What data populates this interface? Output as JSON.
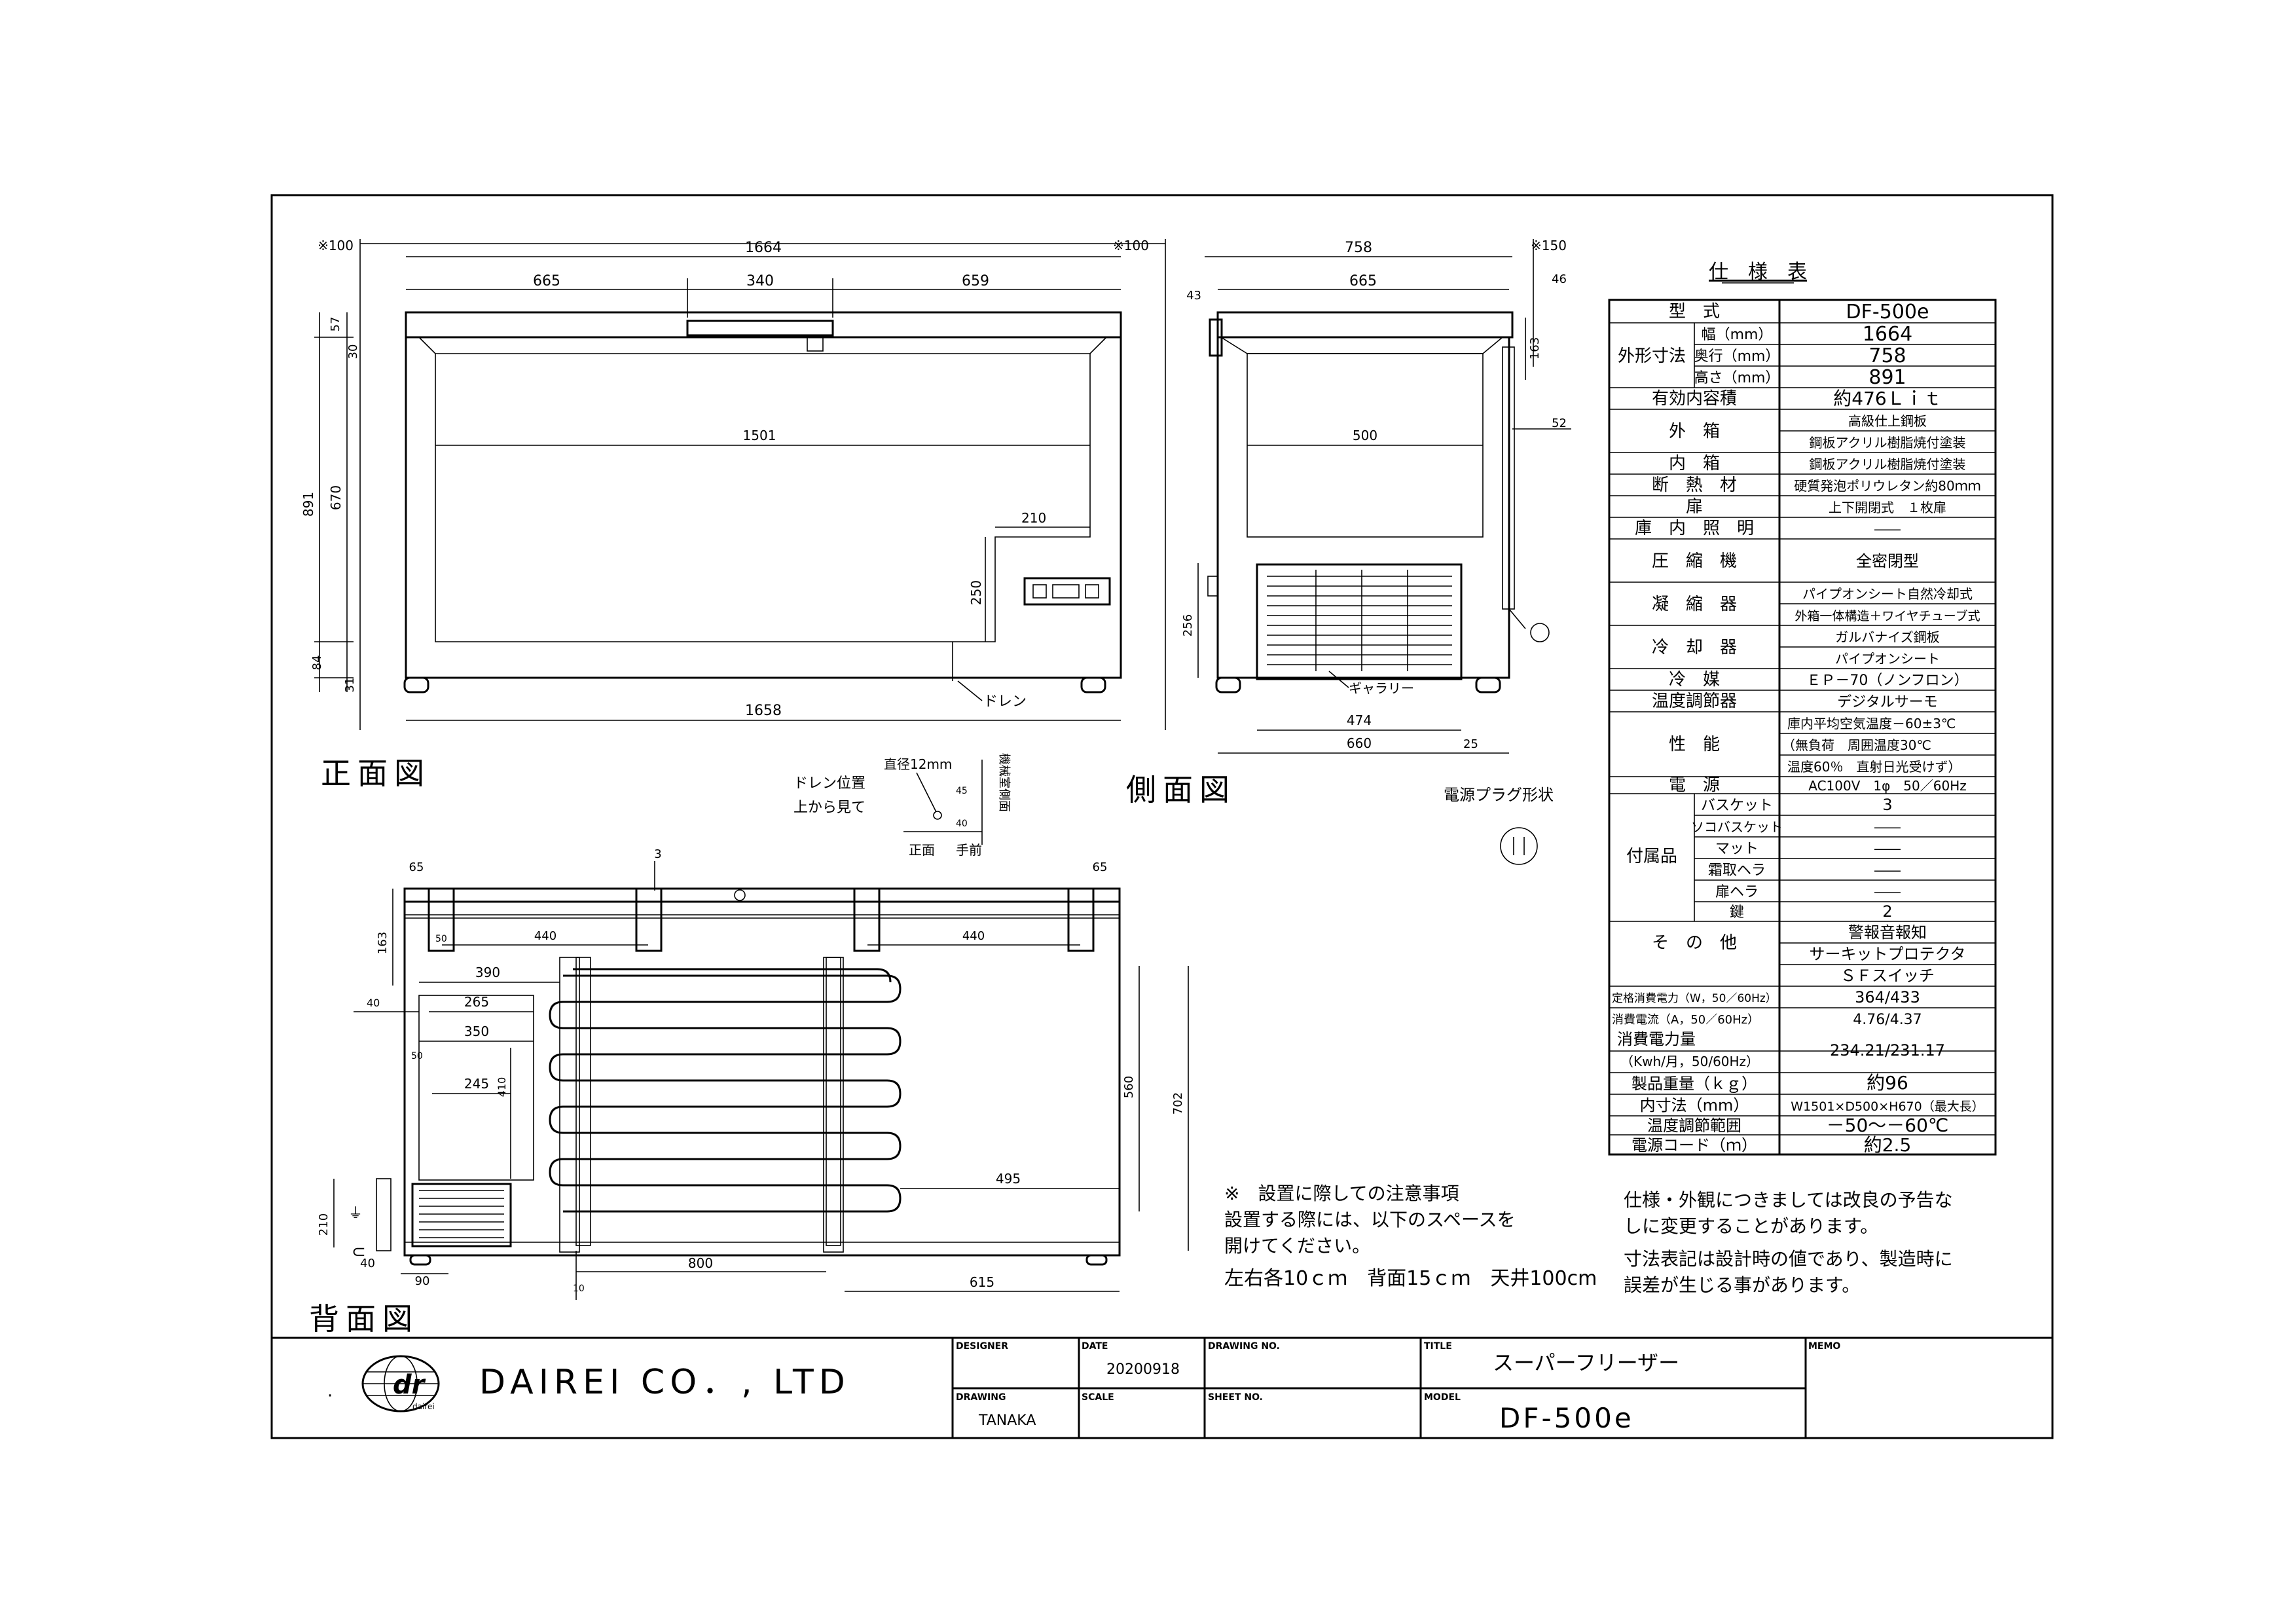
{
  "drawing": {
    "front_view": {
      "title": "正面図",
      "dims": {
        "clearance_left": "※100",
        "clearance_right": "※100",
        "overall_width": "1664",
        "seg_left": "665",
        "seg_mid": "340",
        "seg_right": "659",
        "inner_width": "1501",
        "step_width": "210",
        "step_height": "250",
        "base_width": "1658",
        "h_total": "891",
        "h_lid": "57",
        "h_30": "30",
        "h_670": "670",
        "h_84": "84",
        "h_31": "31"
      },
      "drain_label": "ドレン"
    },
    "side_view": {
      "title": "側面図",
      "dims": {
        "overall_depth": "758",
        "depth_665": "665",
        "clearance_back": "※150",
        "d_43": "43",
        "d_46": "46",
        "d_163": "163",
        "inner_depth": "500",
        "d_52": "52",
        "h_256": "256",
        "gallery_474": "474",
        "base_660": "660",
        "d_25": "25"
      },
      "gallery_label": "ギャラリー"
    },
    "drain_detail": {
      "title_line1": "ドレン位置",
      "title_line2": "上から見て",
      "diameter": "直径12mm",
      "d_45": "45",
      "d_40": "40",
      "machine_room": "機械室側面",
      "front": "正面",
      "near": "手前"
    },
    "back_view": {
      "title": "背面図",
      "dims": {
        "d_65_left": "65",
        "d_3": "3",
        "d_65_right": "65",
        "d_163": "163",
        "d_50_top": "50",
        "d_440_left": "440",
        "d_440_right": "440",
        "d_390": "390",
        "d_40": "40",
        "d_265": "265",
        "d_50": "50",
        "d_350": "350",
        "d_410": "410",
        "d_245": "245",
        "d_560": "560",
        "d_702": "702",
        "d_495": "495",
        "d_210": "210",
        "d_40_bottom": "40",
        "d_90": "90",
        "d_800": "800",
        "d_10": "10",
        "d_615": "615"
      }
    },
    "plug": {
      "title": "電源プラグ形状",
      "symbol": "⑪"
    },
    "install_note": {
      "line1": "※　設置に際しての注意事項",
      "line2": "設置する際には、以下のスペースを",
      "line3": "開けてください。",
      "line4": "左右各10ｃｍ　背面15ｃｍ　天井100cm"
    },
    "disclaimer": {
      "line1": "仕様・外観につきましては改良の予告な",
      "line2": "しに変更することがあります。",
      "line3": "寸法表記は設計時の値であり、製造時に",
      "line4": "誤差が生じる事があります。"
    }
  },
  "spec_table": {
    "title": "仕　様　表",
    "rows": {
      "model_label": "型　式",
      "model_value": "DF-500e",
      "outer_dims_label": "外形寸法",
      "width_label": "幅（mm）",
      "width_value": "1664",
      "depth_label": "奥行（mm）",
      "depth_value": "758",
      "height_label": "高さ（mm）",
      "height_value": "891",
      "capacity_label": "有効内容積",
      "capacity_value": "約476Ｌｉｔ",
      "outer_box_label": "外　箱",
      "outer_box_value1": "高級仕上鋼板",
      "outer_box_value2": "鋼板アクリル樹脂焼付塗装",
      "inner_box_label": "内　箱",
      "inner_box_value": "鋼板アクリル樹脂焼付塗装",
      "insulation_label": "断　熱　材",
      "insulation_value": "硬質発泡ポリウレタン約80ｍｍ",
      "door_label": "扉",
      "door_value": "上下開閉式　１枚扉",
      "lighting_label": "庫　内　照　明",
      "lighting_value": "――",
      "compressor_label": "圧　縮　機",
      "compressor_value": "全密閉型",
      "condenser_label": "凝　縮　器",
      "condenser_value1": "パイプオンシート自然冷却式",
      "condenser_value2": "外箱一体構造＋ワイヤチューブ式",
      "cooler_label": "冷　却　器",
      "cooler_value1": "ガルバナイズ鋼板",
      "cooler_value2": "パイプオンシート",
      "refrigerant_label": "冷　媒",
      "refrigerant_value": "ＥＰ－70（ノンフロン）",
      "thermostat_label": "温度調節器",
      "thermostat_value": "デジタルサーモ",
      "performance_label": "性　能",
      "performance_value1": "庫内平均空気温度－60±3℃",
      "performance_value2": "（無負荷　周囲温度30℃",
      "performance_value3": "温度60％　直射日光受けず）",
      "power_label": "電　源",
      "power_value": "AC100V　1φ　50／60Hz",
      "accessories_label": "付属品",
      "basket_label": "バスケット",
      "basket_value": "3",
      "bottom_basket_label": "ソコバスケット",
      "bottom_basket_value": "――",
      "mat_label": "マット",
      "mat_value": "――",
      "frost_label": "霜取ヘラ",
      "frost_value": "――",
      "door_spatula_label": "扉ヘラ",
      "door_spatula_value": "――",
      "key_label": "鍵",
      "key_value": "2",
      "other_label": "そ　の　他",
      "other_value1": "警報音報知",
      "other_value2": "サーキットプロテクタ",
      "other_value3": "ＳＦスイッチ",
      "rated_power_label": "定格消費電力（W，50／60Hz）",
      "rated_power_value": "364/433",
      "current_label": "消費電流（A，50／60Hz）",
      "current_value": "4.76/4.37",
      "energy_label1": "消費電力量",
      "energy_label2": "（Kwh/月，50/60Hz）",
      "energy_value": "234.21/231.17",
      "weight_label": "製品重量（ｋｇ）",
      "weight_value": "約96",
      "inner_dims_label": "内寸法（mm）",
      "inner_dims_value": "W1501×D500×H670（最大長）",
      "temp_range_label": "温度調節範囲",
      "temp_range_value": "－50～－60℃",
      "cord_label": "電源コード（ｍ）",
      "cord_value": "約2.5"
    }
  },
  "title_block": {
    "company": "DAIREI CO．, LTD",
    "logo_mark": "dr",
    "logo_small": "dairei",
    "designer_label": "DESIGNER",
    "date_label": "DATE",
    "date_value": "20200918",
    "drawing_no_label": "DRAWING NO.",
    "title_label": "TITLE",
    "title_value": "スーパーフリーザー",
    "memo_label": "MEMO",
    "drawing_label": "DRAWING",
    "drawing_value": "TANAKA",
    "scale_label": "SCALE",
    "sheet_no_label": "SHEET NO.",
    "model_label": "MODEL",
    "model_value": "DF-500e"
  }
}
